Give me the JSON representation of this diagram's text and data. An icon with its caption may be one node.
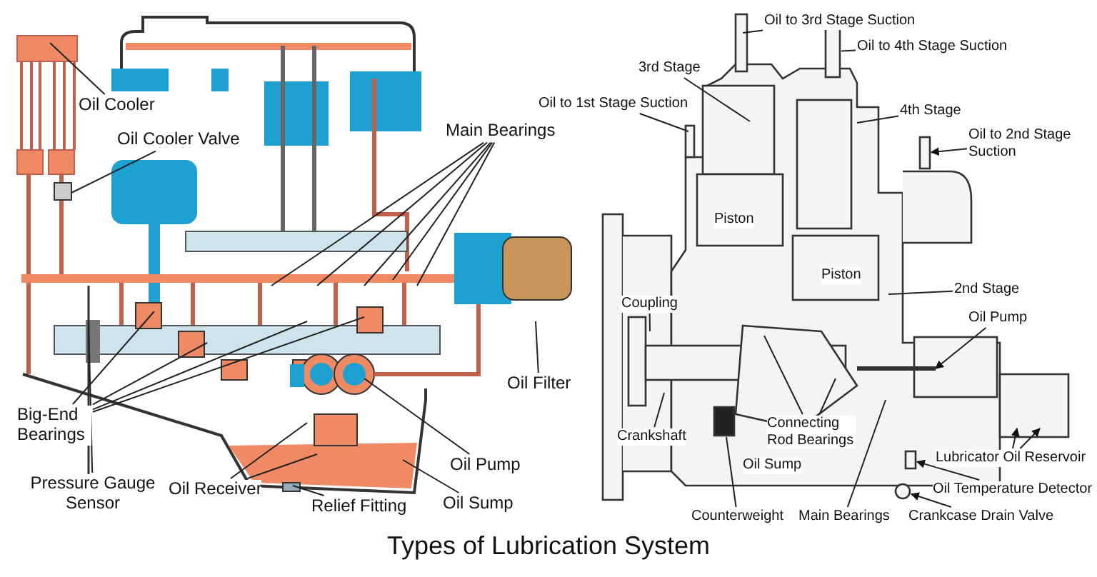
{
  "diagram": {
    "title": "Types of Lubrication System",
    "nodes": [
      {
        "text": [
          "Oil Cooler"
        ]
      },
      {
        "text": [
          "Oil Cooler Valve"
        ]
      },
      {
        "text": [
          "Main Bearings"
        ]
      },
      {
        "text": [
          "Oil Filter"
        ]
      },
      {
        "text": [
          "Big-End Bearings"
        ]
      },
      {
        "text": [
          "Pressure Gauge Sensor"
        ]
      },
      {
        "text": [
          "Oil Receiver"
        ]
      },
      {
        "text": [
          "Oil Pump"
        ]
      },
      {
        "text": [
          "Oil Sump"
        ]
      },
      {
        "text": [
          "Relief Fitting"
        ]
      },
      {
        "text": [
          "Oil to 3rd Stage Suction"
        ]
      },
      {
        "text": [
          "Oil to 4th Stage Suction"
        ]
      },
      {
        "text": [
          "3rd Stage"
        ]
      },
      {
        "text": [
          "Oil to 1st Stage Suction"
        ]
      },
      {
        "text": [
          "4th Stage"
        ]
      },
      {
        "text": [
          "Oil to 2nd Stage Suction"
        ]
      },
      {
        "text": [
          "2nd Stage"
        ]
      },
      {
        "text": [
          "Coupling"
        ]
      },
      {
        "text": [
          "Oil Pump"
        ]
      },
      {
        "text": [
          "Crankshaft"
        ]
      },
      {
        "text": [
          "Connecting Rod Bearings"
        ]
      },
      {
        "text": [
          "Lubricator Oil Reservoir"
        ]
      },
      {
        "text": [
          "Oil Sump"
        ]
      },
      {
        "text": [
          "Oil Temperature Detector"
        ]
      },
      {
        "text": [
          "Counterweight"
        ]
      },
      {
        "text": [
          "Main Bearings"
        ]
      },
      {
        "text": [
          "Crankcase Drain Valve"
        ]
      },
      {
        "text": [],
        "shape": "box"
      },
      {
        "text": [],
        "shape": "box"
      },
      {
        "text": [],
        "shape": "box"
      },
      {
        "text": [],
        "shape": "circle"
      },
      {
        "text": [],
        "shape": "box"
      }
    ],
    "edges": [
      {
        "from": 0,
        "to": null,
        "arrow": "none"
      },
      {
        "from": 1,
        "to": null,
        "arrow": "none"
      },
      {
        "from": 2,
        "to": null,
        "arrow": "none"
      },
      {
        "from": 2,
        "to": null,
        "arrow": "none"
      },
      {
        "from": 2,
        "to": null,
        "arrow": "none"
      },
      {
        "from": 2,
        "to": null,
        "arrow": "none"
      },
      {
        "from": 2,
        "to": null,
        "arrow": "none"
      },
      {
        "from": 3,
        "to": null,
        "arrow": "none"
      },
      {
        "from": 4,
        "to": null,
        "arrow": "none"
      },
      {
        "from": 4,
        "to": null,
        "arrow": "none"
      },
      {
        "from": 4,
        "to": null,
        "arrow": "none"
      },
      {
        "from": 4,
        "to": null,
        "arrow": "none"
      },
      {
        "from": 5,
        "to": null,
        "arrow": "none"
      },
      {
        "from": 6,
        "to": null,
        "arrow": "none"
      },
      {
        "from": 6,
        "to": null,
        "arrow": "none"
      },
      {
        "from": 7,
        "to": null,
        "arrow": "none"
      },
      {
        "from": 8,
        "to": null,
        "arrow": "none"
      },
      {
        "from": 9,
        "to": null,
        "arrow": "none"
      },
      {
        "from": 10,
        "to": null,
        "arrow": "none"
      },
      {
        "from": 11,
        "to": 31,
        "arrow": "none"
      },
      {
        "from": 12,
        "to": null,
        "arrow": "none"
      },
      {
        "from": 13,
        "to": null,
        "arrow": "none"
      },
      {
        "from": 14,
        "to": null,
        "arrow": "none"
      },
      {
        "from": 15,
        "to": 27,
        "arrow": "to"
      },
      {
        "from": 16,
        "to": null,
        "arrow": "none"
      },
      {
        "from": 17,
        "to": null,
        "arrow": "none"
      },
      {
        "from": 18,
        "to": null,
        "arrow": "to"
      },
      {
        "from": 19,
        "to": null,
        "arrow": "none"
      },
      {
        "from": 20,
        "to": null,
        "arrow": "none"
      },
      {
        "from": 20,
        "to": null,
        "arrow": "none"
      },
      {
        "from": 21,
        "to": null,
        "arrow": "to"
      },
      {
        "from": 21,
        "to": null,
        "arrow": "to"
      },
      {
        "from": 23,
        "to": 29,
        "arrow": "to"
      },
      {
        "from": 24,
        "to": 28,
        "arrow": "none"
      },
      {
        "from": 25,
        "to": null,
        "arrow": "none"
      },
      {
        "from": 26,
        "to": 30,
        "arrow": "to"
      }
    ],
    "labels": [
      "Piston",
      "Piston"
    ]
  }
}
